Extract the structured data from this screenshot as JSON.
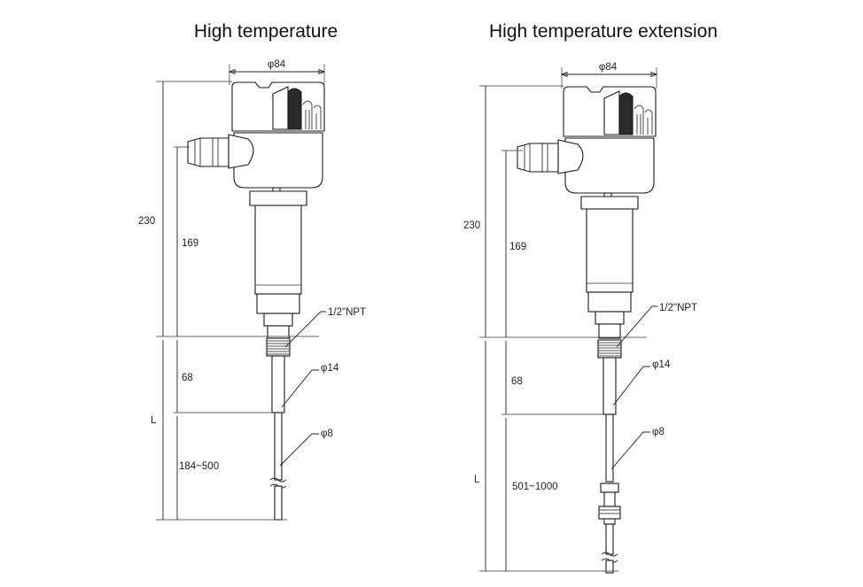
{
  "diagrams": [
    {
      "title": "High temperature",
      "dims": {
        "width": "φ84",
        "overall": "230",
        "upper": "169",
        "thread": "1/2\"NPT",
        "lower": "68",
        "pipe": "φ14",
        "rod": "φ8",
        "total": "L",
        "range": "184~500"
      }
    },
    {
      "title": "High temperature extension",
      "dims": {
        "width": "φ84",
        "overall": "230",
        "upper": "169",
        "thread": "1/2\"NPT",
        "lower": "68",
        "pipe": "φ14",
        "rod": "φ8",
        "total": "L",
        "range": "501~1000"
      }
    }
  ]
}
